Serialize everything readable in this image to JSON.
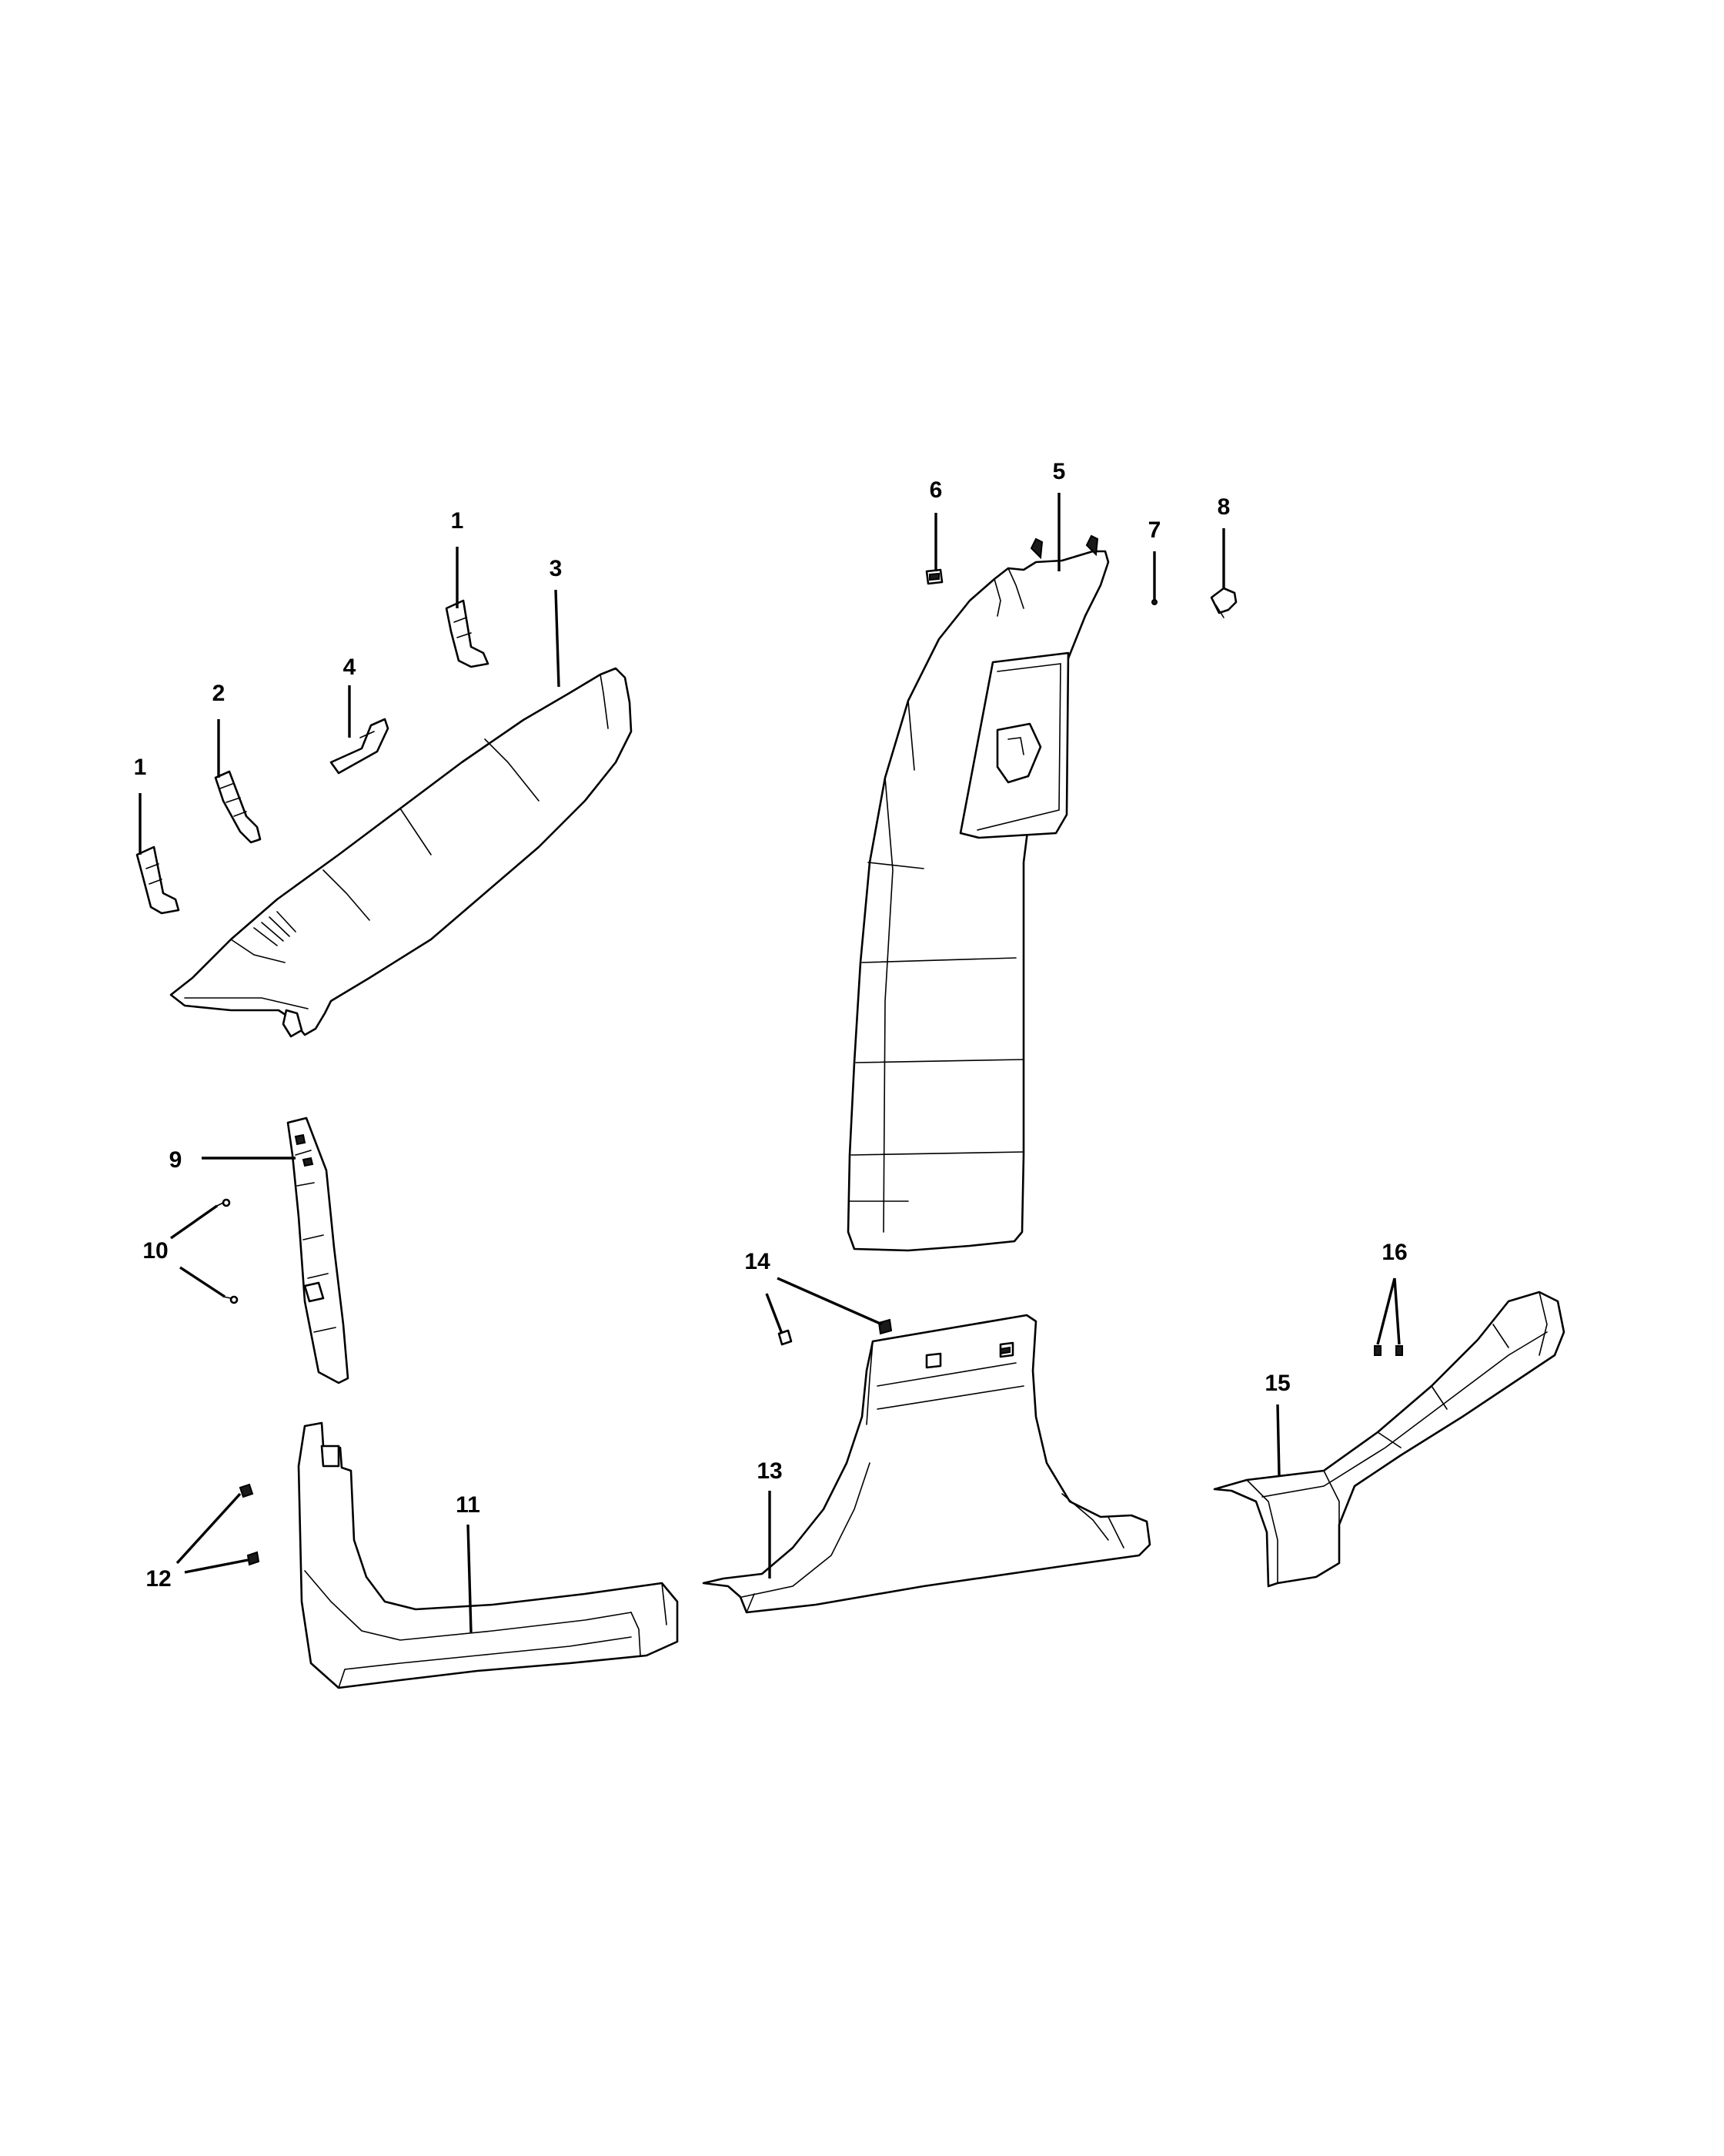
{
  "callouts": [
    {
      "id": "c1a",
      "label": "1"
    },
    {
      "id": "c1b",
      "label": "1"
    },
    {
      "id": "c2",
      "label": "2"
    },
    {
      "id": "c3",
      "label": "3"
    },
    {
      "id": "c4",
      "label": "4"
    },
    {
      "id": "c5",
      "label": "5"
    },
    {
      "id": "c6",
      "label": "6"
    },
    {
      "id": "c7",
      "label": "7"
    },
    {
      "id": "c8",
      "label": "8"
    },
    {
      "id": "c9",
      "label": "9"
    },
    {
      "id": "c10",
      "label": "10"
    },
    {
      "id": "c11",
      "label": "11"
    },
    {
      "id": "c12",
      "label": "12"
    },
    {
      "id": "c13",
      "label": "13"
    },
    {
      "id": "c14",
      "label": "14"
    },
    {
      "id": "c15",
      "label": "15"
    },
    {
      "id": "c16",
      "label": "16"
    }
  ]
}
